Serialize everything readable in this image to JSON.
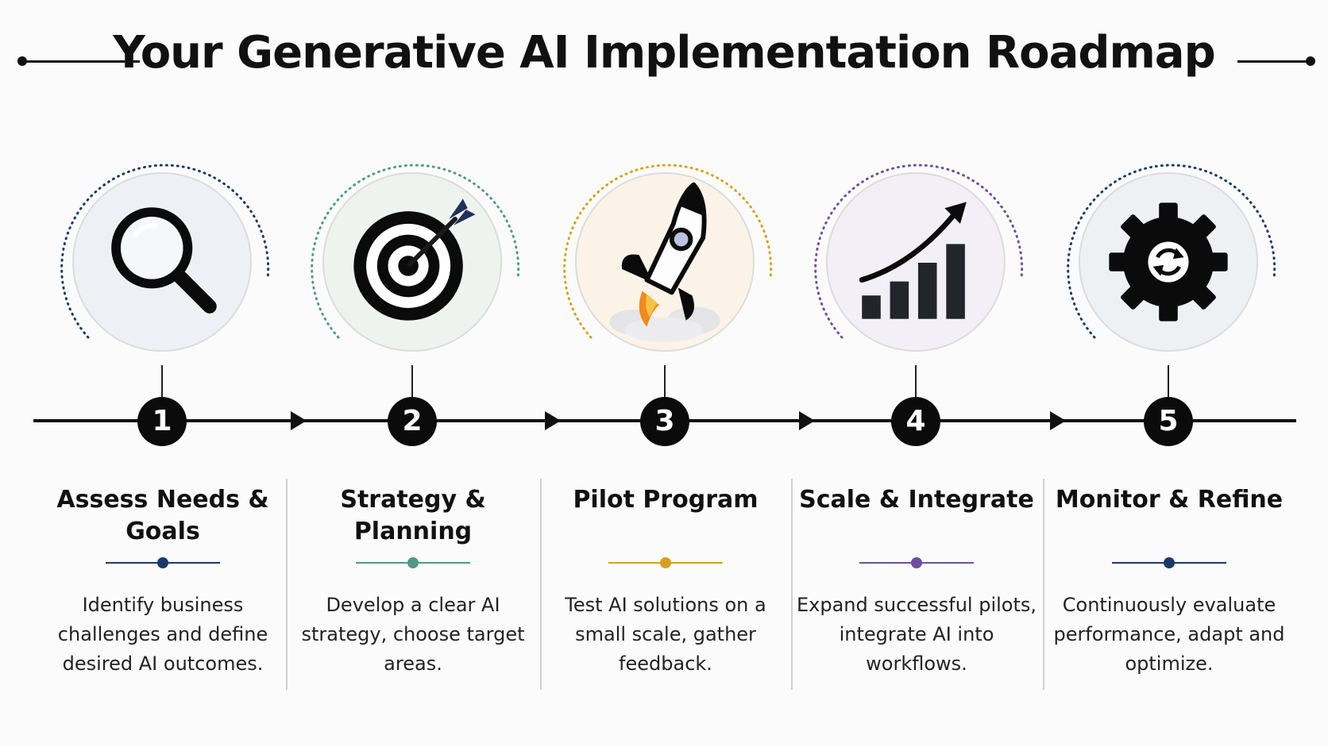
{
  "title": "Your Generative AI Implementation Roadmap",
  "steps": [
    {
      "number": "1",
      "heading": "Assess Needs & Goals",
      "description": "Identify business challenges and define desired AI outcomes.",
      "icon": "magnifying-glass",
      "accent": "#1e3a64",
      "tint": "#eef0f5"
    },
    {
      "number": "2",
      "heading": "Strategy & Planning",
      "description": "Develop a clear AI strategy, choose target areas.",
      "icon": "target-with-arrow",
      "accent": "#4f9a86",
      "tint": "#eef3f0"
    },
    {
      "number": "3",
      "heading": "Pilot Program",
      "description": "Test AI solutions on a small scale, gather feedback.",
      "icon": "rocket",
      "accent": "#d4a21c",
      "tint": "#fbf3e8"
    },
    {
      "number": "4",
      "heading": "Scale & Integrate",
      "description": "Expand successful pilots, integrate AI into workflows.",
      "icon": "growth-chart",
      "accent": "#6e4f9e",
      "tint": "#f2eff6"
    },
    {
      "number": "5",
      "heading": "Monitor & Refine",
      "description": "Continuously evaluate performance, adapt and optimize.",
      "icon": "gear-refresh",
      "accent": "#1e3a64",
      "tint": "#eef0f4"
    }
  ]
}
